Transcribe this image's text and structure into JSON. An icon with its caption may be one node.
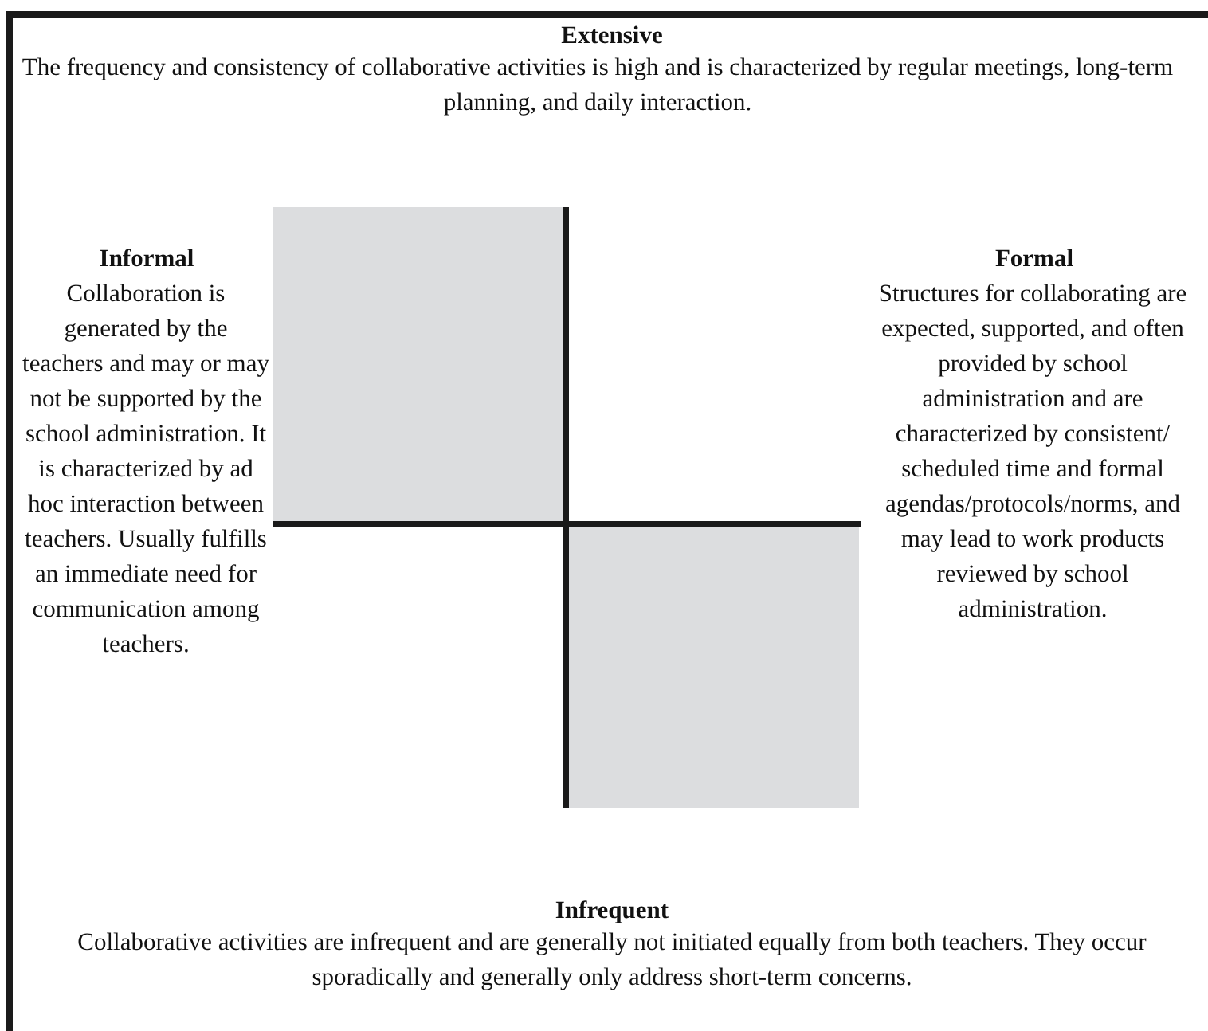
{
  "diagram": {
    "labels": [
      "Extensive",
      "The frequency and consistency of collaborative activities is high and is characterized by regular meetings, long-term planning, and daily interaction.",
      "Informal",
      "Collaboration is generated by the teachers and may or may not be supported by the school administration. It is characterized by ad hoc interaction between teachers. Usually fulfills an immediate need for communication among teachers.",
      "Formal",
      "Structures for collaborating are expected, supported, and often provided by school administration and are characterized by consistent/ scheduled time and formal agendas/protocols/norms, and may lead to work products reviewed by school administration.",
      "Infrequent",
      "Collaborative activities are infrequent and are generally not initiated equally from both teachers. They occur sporadically and generally only address short-term concerns."
    ]
  }
}
